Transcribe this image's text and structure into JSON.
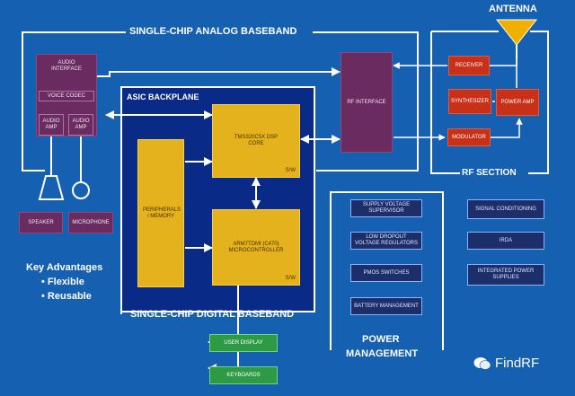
{
  "titles": {
    "analog": "SINGLE-CHIP ANALOG BASEBAND",
    "antenna": "ANTENNA",
    "asic": "ASIC BACKPLANE",
    "digital": "SINGLE-CHIP DIGITAL BASEBAND",
    "rf_section": "RF SECTION",
    "power": "POWER",
    "management": "MANAGEMENT"
  },
  "blocks": {
    "audio_interface": "AUDIO INTERFACE",
    "voice_codec": "VOICE CODEC",
    "audio_amp_1": "AUDIO AMP",
    "audio_amp_2": "AUDIO AMP",
    "rf_interface": "RF INTERFACE",
    "receiver": "RECEIVER",
    "synthesizer": "SYNTHESIZER",
    "power_amp": "POWER AMP",
    "modulator": "MODULATOR",
    "dsp_core": "TMS320C5X DSP CORE",
    "dsp_sw": "S/W",
    "peripherals": "PERIPHERALS / MEMORY",
    "mcu": "ARM7TDMI (C470) MICROCONTROLLER",
    "mcu_sw": "S/W",
    "speaker": "SPEAKER",
    "microphone": "MICROPHONE",
    "user_display": "USER DISPLAY",
    "keyboards": "KEYBOARDS"
  },
  "power_items": [
    "SUPPLY VOLTAGE SUPERVISOR",
    "LOW DROPOUT VOLTAGE REGULATORS",
    "PMOS SWITCHES",
    "BATTERY MANAGEMENT"
  ],
  "right_items": [
    "SIGNAL CONDITIONING",
    "IRDA",
    "INTEGRATED POWER SUPPLIES"
  ],
  "advantages": {
    "title": "Key Advantages",
    "items": [
      "Flexible",
      "Reusable"
    ]
  },
  "watermark": "FindRF",
  "colors": {
    "background": "#1560b0",
    "asic_panel": "#0a2a88",
    "processor": "#e3b21c",
    "interface": "#6a2c60",
    "rf_block": "#c83018",
    "io_block": "#2d9a45",
    "antenna": "#f0b000"
  }
}
